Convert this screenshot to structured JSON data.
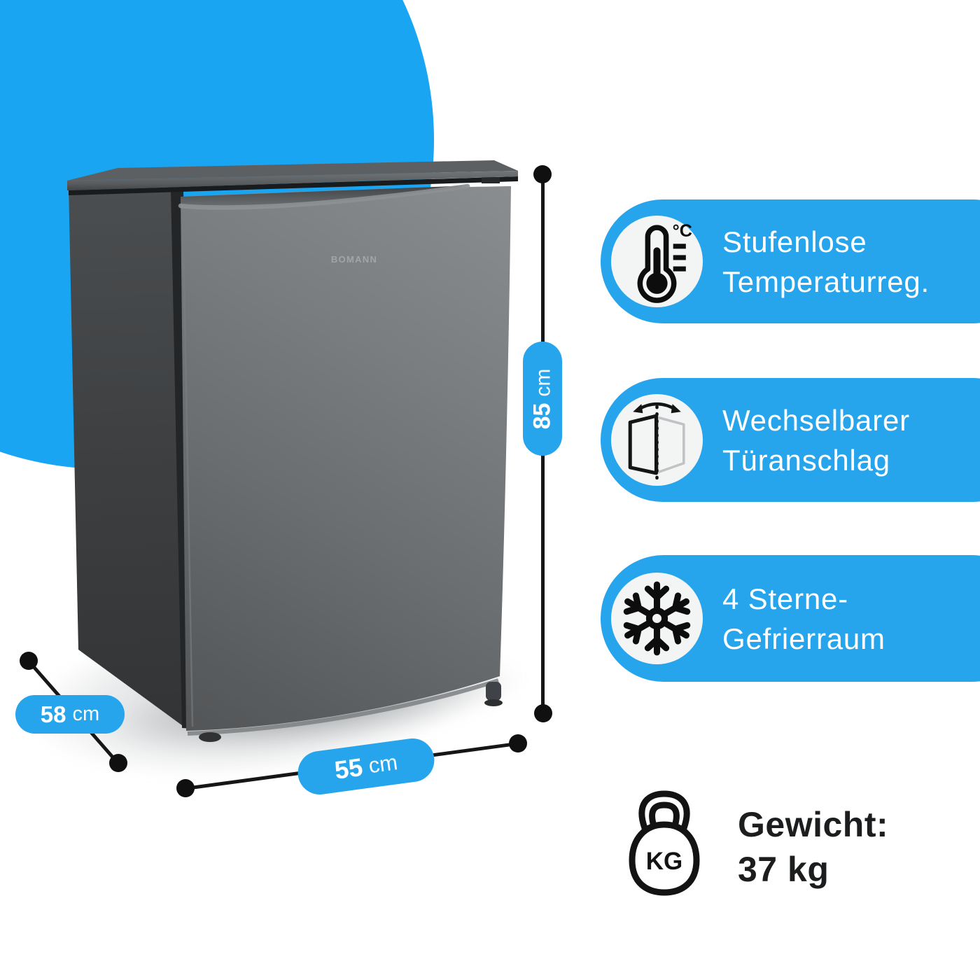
{
  "colors": {
    "blob_blue": "#1aa5f2",
    "pill_blue": "#27a5ec",
    "line_black": "#161616",
    "icon_circle_bg": "#f3f4f4"
  },
  "brand": {
    "logo": "BOMANN"
  },
  "dimensions": {
    "height": {
      "value": "85",
      "unit": "cm"
    },
    "depth": {
      "value": "58",
      "unit": "cm"
    },
    "width": {
      "value": "55",
      "unit": "cm"
    }
  },
  "features": [
    {
      "icon": "thermometer-icon",
      "icon_text": "°C",
      "line1": "Stufenlose",
      "line2": "Temperaturreg."
    },
    {
      "icon": "door-swap-icon",
      "line1": "Wechselbarer",
      "line2": "Türanschlag"
    },
    {
      "icon": "snowflake-icon",
      "line1": "4 Sterne-",
      "line2": "Gefrierraum"
    }
  ],
  "weight": {
    "badge": "KG",
    "label": "Gewicht:",
    "value": "37 kg"
  }
}
